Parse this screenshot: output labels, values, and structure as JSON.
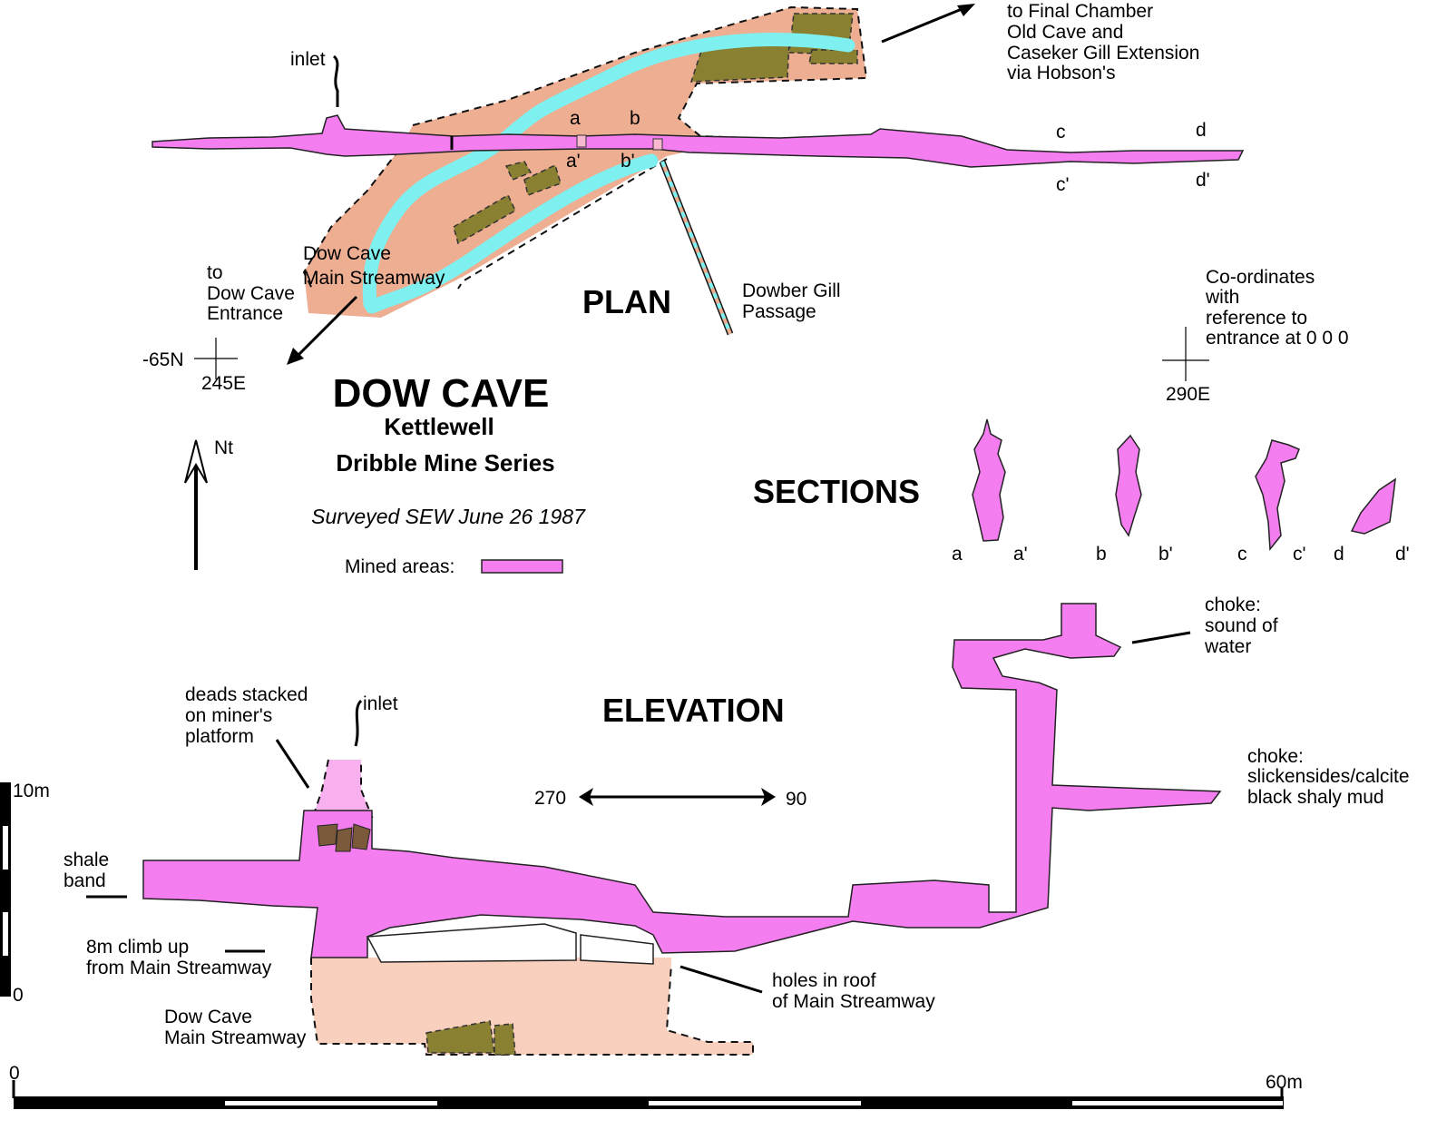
{
  "plan": {
    "heading": "PLAN",
    "inlet": "inlet",
    "to_final": [
      "to Final Chamber",
      "Old Cave and",
      "Caseker Gill Extension",
      "via Hobson's"
    ],
    "section_marks": [
      "a",
      "b",
      "a'",
      "b'",
      "c",
      "d",
      "c'",
      "d'"
    ],
    "main_streamway": [
      "Dow Cave",
      "Main Streamway"
    ],
    "to_entrance": [
      "to",
      "Dow Cave",
      "Entrance"
    ],
    "dowber": [
      "Dowber Gill",
      "Passage"
    ],
    "coord_note": [
      "Co-ordinates",
      "with",
      "reference to",
      "entrance at 0 0 0"
    ],
    "grid_left_n": "-65N",
    "grid_left_e": "245E",
    "grid_right_e": "290E",
    "north": "Nt"
  },
  "title": {
    "main": "DOW CAVE",
    "location": "Kettlewell",
    "series": "Dribble Mine Series",
    "surveyed": "Surveyed SEW June 26 1987",
    "legend_mined": "Mined areas:"
  },
  "sections": {
    "heading": "SECTIONS",
    "labels": [
      "a",
      "a'",
      "b",
      "b'",
      "c",
      "c'",
      "d",
      "d'"
    ]
  },
  "elevation": {
    "heading": "ELEVATION",
    "deads": [
      "deads stacked",
      "on miner's",
      "platform"
    ],
    "inlet": "inlet",
    "shale": [
      "shale",
      "band"
    ],
    "climb": [
      "8m climb up",
      "from Main Streamway"
    ],
    "streamway": [
      "Dow Cave",
      "Main Streamway"
    ],
    "holes": [
      "holes in roof",
      "of Main Streamway"
    ],
    "choke1": [
      "choke:",
      "sound of",
      "water"
    ],
    "choke2": [
      "choke:",
      "slickensides/calcite",
      "black shaly mud"
    ],
    "dir_left": "270",
    "dir_right": "90"
  },
  "scales": {
    "vertical_top": "10m",
    "vertical_bottom": "0",
    "horizontal_left": "0",
    "horizontal_right": "60m"
  },
  "colors": {
    "mined": "#f47ef0",
    "natural": "#eeae92",
    "stream": "#7ff0f0",
    "deads": "#8a8032"
  }
}
